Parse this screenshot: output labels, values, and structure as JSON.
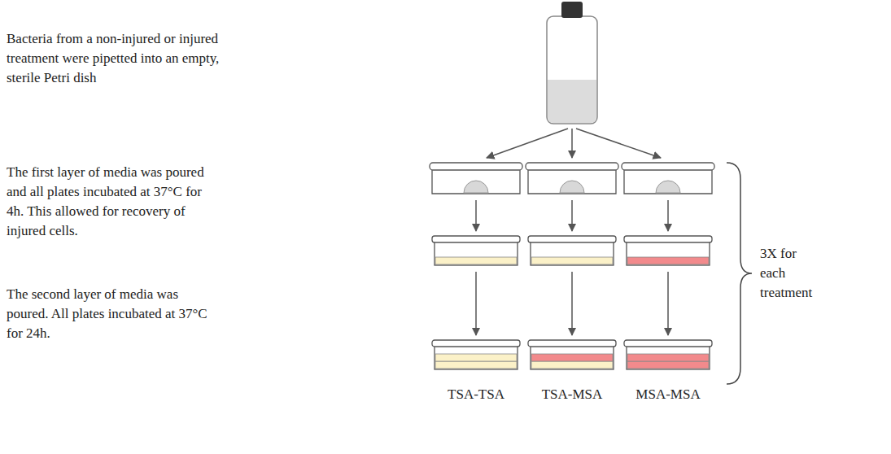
{
  "diagram": {
    "nodes": [
      {
        "text": [
          "TSA-TSA"
        ]
      },
      {
        "text": [
          "TSA-MSA"
        ]
      },
      {
        "text": [
          "MSA-MSA"
        ]
      }
    ],
    "labels": [
      "Bacteria from a non-injured or injured treatment were pipetted into an empty, sterile Petri dish",
      "The first layer of media was poured and all plates incubated at 37°C for 4h. This allowed for recovery of injured cells.",
      "The second layer of media was poured. All plates incubated at 37°C for 24h.",
      "3X for each treatment"
    ]
  }
}
